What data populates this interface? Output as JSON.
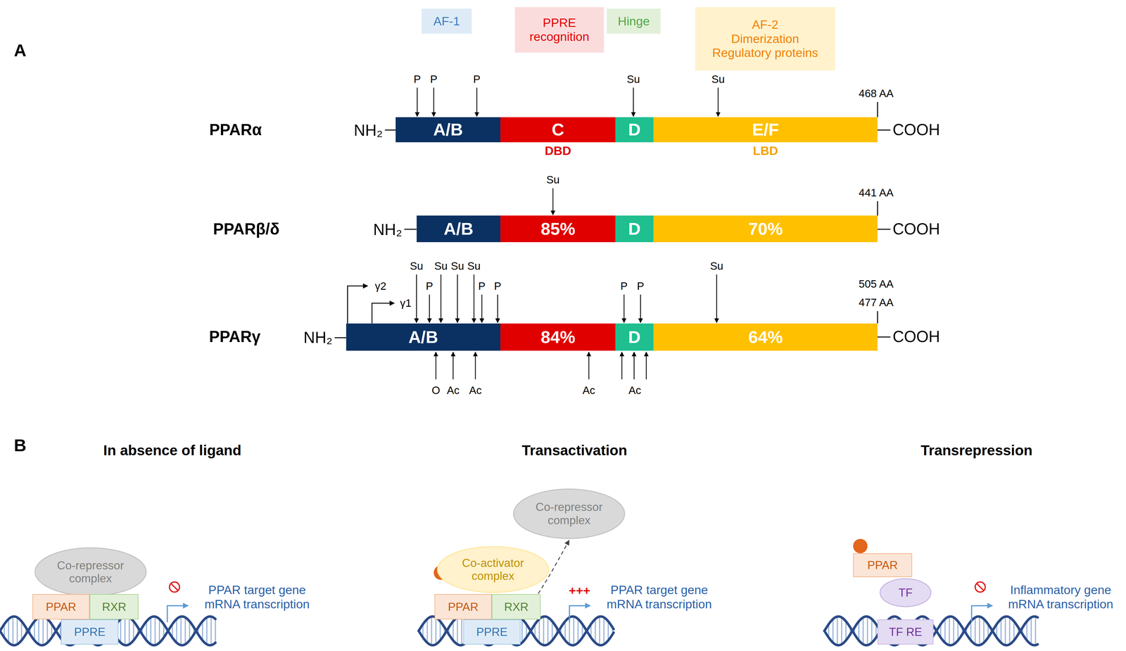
{
  "diagram": {
    "nodes": [
      {
        "text": [
          "AF-1"
        ]
      },
      {
        "text": [
          "PPRE recognition"
        ]
      },
      {
        "text": [
          "Hinge"
        ]
      },
      {
        "text": [
          "AF-2",
          "Dimerization",
          "Regulatory proteins"
        ]
      },
      {
        "text": [
          "A/B"
        ]
      },
      {
        "text": [
          "C",
          "DBD"
        ]
      },
      {
        "text": [
          "D"
        ]
      },
      {
        "text": [
          "E/F",
          "LBD"
        ]
      },
      {
        "text": [
          "A/B"
        ]
      },
      {
        "text": [
          "85%"
        ]
      },
      {
        "text": [
          "D"
        ]
      },
      {
        "text": [
          "70%"
        ]
      },
      {
        "text": [
          "A/B"
        ]
      },
      {
        "text": [
          "84%"
        ]
      },
      {
        "text": [
          "D"
        ]
      },
      {
        "text": [
          "64%"
        ]
      },
      {
        "text": [
          "Co-repressor complex"
        ]
      },
      {
        "text": [
          "PPAR"
        ]
      },
      {
        "text": [
          "RXR"
        ]
      },
      {
        "text": [
          "PPRE"
        ]
      },
      {
        "text": [
          "Co-repressor complex"
        ]
      },
      {
        "text": [
          "Co-activator complex"
        ]
      },
      {
        "text": [
          "PPAR"
        ]
      },
      {
        "text": [
          "RXR"
        ]
      },
      {
        "text": [
          "PPRE"
        ]
      },
      {
        "text": [
          "PPAR"
        ]
      },
      {
        "text": [
          "TF"
        ]
      },
      {
        "text": [
          "TF RE"
        ]
      }
    ],
    "edges": [
      {
        "from": 23,
        "to": 20,
        "arrow": "to"
      }
    ],
    "labels": [
      "A",
      "P",
      "P",
      "P",
      "Su",
      "Su",
      "468 AA",
      "PPARα",
      "NH₂",
      "COOH",
      "Su",
      "441 AA",
      "PPARβ/δ",
      "NH₂",
      "COOH",
      "γ2",
      "γ1",
      "Su",
      "P",
      "Su",
      "Su",
      "Su",
      "P",
      "P",
      "P",
      "P",
      "Su",
      "505 AA",
      "477 AA",
      "PPARγ",
      "NH₂",
      "COOH",
      "O",
      "Ac",
      "Ac",
      "Ac",
      "Ac",
      "B",
      "In absence of ligand",
      "Transactivation",
      "Transrepression",
      "PPAR target gene mRNA transcription",
      "+++",
      "PPAR target gene mRNA transcription",
      "Inflammatory gene mRNA transcription"
    ]
  }
}
